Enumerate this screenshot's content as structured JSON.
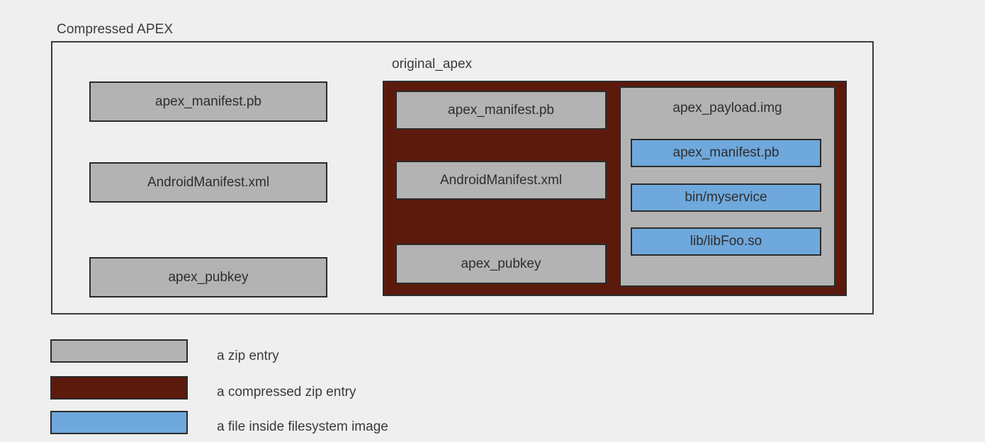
{
  "diagram": {
    "outer": {
      "label": "Compressed APEX"
    },
    "left_column": {
      "entries": [
        {
          "label": "apex_manifest.pb",
          "kind": "zip-entry"
        },
        {
          "label": "AndroidManifest.xml",
          "kind": "zip-entry"
        },
        {
          "label": "apex_pubkey",
          "kind": "zip-entry"
        }
      ]
    },
    "original_apex": {
      "label": "original_apex",
      "kind": "compressed-zip-entry",
      "entries": [
        {
          "label": "apex_manifest.pb",
          "kind": "zip-entry"
        },
        {
          "label": "AndroidManifest.xml",
          "kind": "zip-entry"
        },
        {
          "label": "apex_pubkey",
          "kind": "zip-entry"
        }
      ],
      "payload": {
        "label": "apex_payload.img",
        "kind": "zip-entry",
        "files": [
          {
            "label": "apex_manifest.pb",
            "kind": "fs-file"
          },
          {
            "label": "bin/myservice",
            "kind": "fs-file"
          },
          {
            "label": "lib/libFoo.so",
            "kind": "fs-file"
          }
        ]
      }
    }
  },
  "legend": {
    "items": [
      {
        "label": "a zip entry",
        "color": "#b3b3b3"
      },
      {
        "label": "a compressed zip entry",
        "color": "#5c1a0c"
      },
      {
        "label": "a file inside filesystem image",
        "color": "#6fa8dc"
      }
    ]
  },
  "colors": {
    "background": "#efeff0",
    "zip_entry": "#b3b3b3",
    "compressed_zip_entry": "#5c1a0c",
    "filesystem_file": "#6fa8dc",
    "stroke": "#2b2b2b",
    "text": "#3a3a3a"
  }
}
